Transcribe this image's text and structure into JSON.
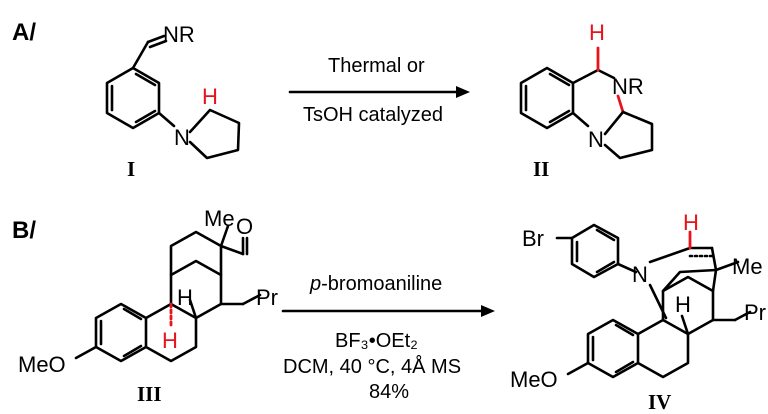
{
  "panel_a": {
    "label": "A/",
    "arrow_top": "Thermal or",
    "arrow_bottom": "TsOH catalyzed",
    "compound_1": {
      "label": "I",
      "imine": "NR",
      "hydrogen": "H",
      "nitrogen": "N"
    },
    "compound_2": {
      "label": "II",
      "amine": "NR",
      "hydrogen": "H",
      "nitrogen": "N"
    }
  },
  "panel_b": {
    "label": "B/",
    "reagent_top": "p-bromoaniline",
    "reagent_italic": "p",
    "reagent_rest": "-bromoaniline",
    "reagent_line1": "BF₃•OEt₂",
    "reagent_line2": "DCM, 40 °C, 4Å MS",
    "yield": "84%",
    "compound_3": {
      "label": "III",
      "methoxy": "MeO",
      "methyl": "Me",
      "oxygen": "O",
      "propyl": "Pr",
      "hydrogen_black": "H",
      "hydrogen_red": "H"
    },
    "compound_4": {
      "label": "IV",
      "bromo": "Br",
      "nitrogen": "N",
      "hydrogen_red": "H",
      "methyl": "Me",
      "hydrogen_black": "H",
      "propyl": "Pr",
      "methoxy": "MeO"
    }
  },
  "colors": {
    "highlight": "#e8141b",
    "ink": "#000000"
  }
}
